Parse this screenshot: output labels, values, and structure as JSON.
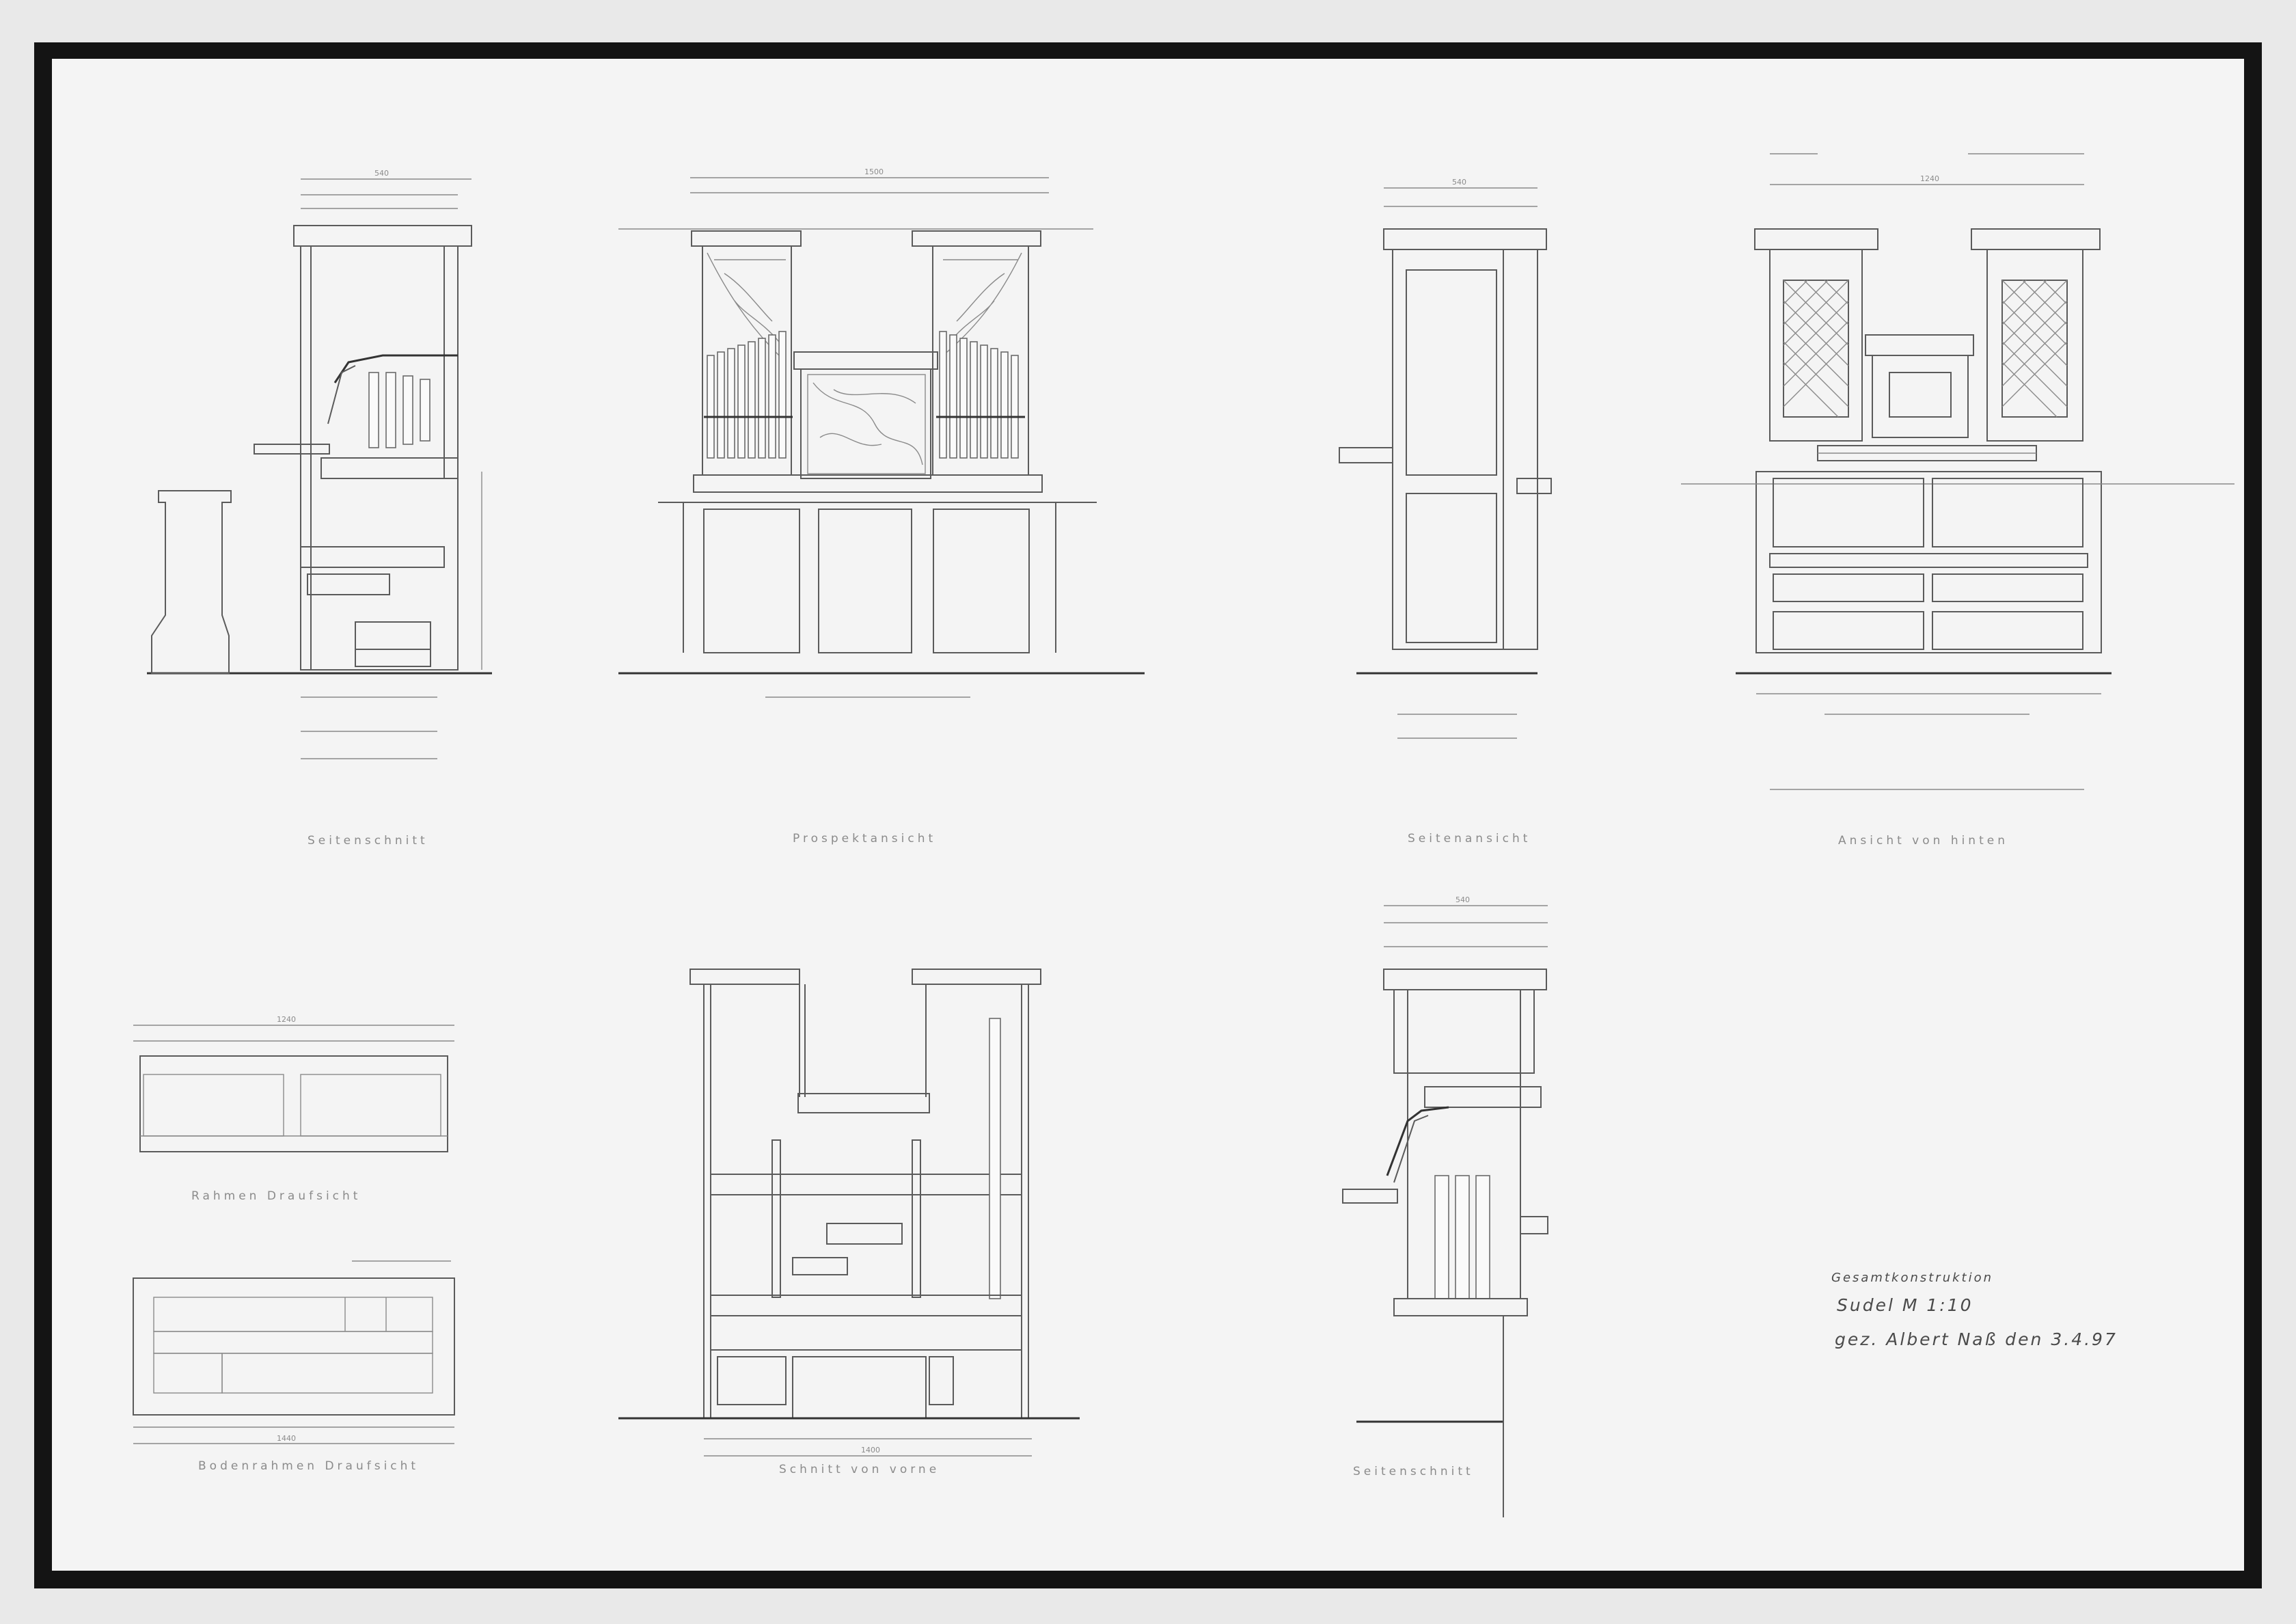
{
  "captions": {
    "seitenschnitt": "Seitenschnitt",
    "prospektansicht": "Prospektansicht",
    "seitenansicht": "Seitenansicht",
    "ansicht_hinten": "Ansicht von hinten",
    "rahmen_draufsicht": "Rahmen Draufsicht",
    "bodenrahmen_draufsicht": "Bodenrahmen Draufsicht",
    "schnitt_vorne": "Schnitt von vorne",
    "seitenschnitt_2": "Seitenschnitt"
  },
  "title_block": {
    "line1": "Gesamtkonstruktion",
    "line2": "Sudel  M 1:10",
    "line3": "gez. Albert Naß  den 3.4.97"
  },
  "dimensions": {
    "seitenschnitt_top": "540",
    "prospekt_top": "1500",
    "seitenansicht_top": "540",
    "hinten_top": "1240",
    "rahmen_top": "1240",
    "bodenrahmen_bottom": "1440",
    "schnitt_bottom": "1400",
    "seitenschnitt2_top": "540"
  },
  "colors": {
    "paper": "#f4f4f4",
    "mount": "#141414",
    "line": "#5b5b5b"
  }
}
